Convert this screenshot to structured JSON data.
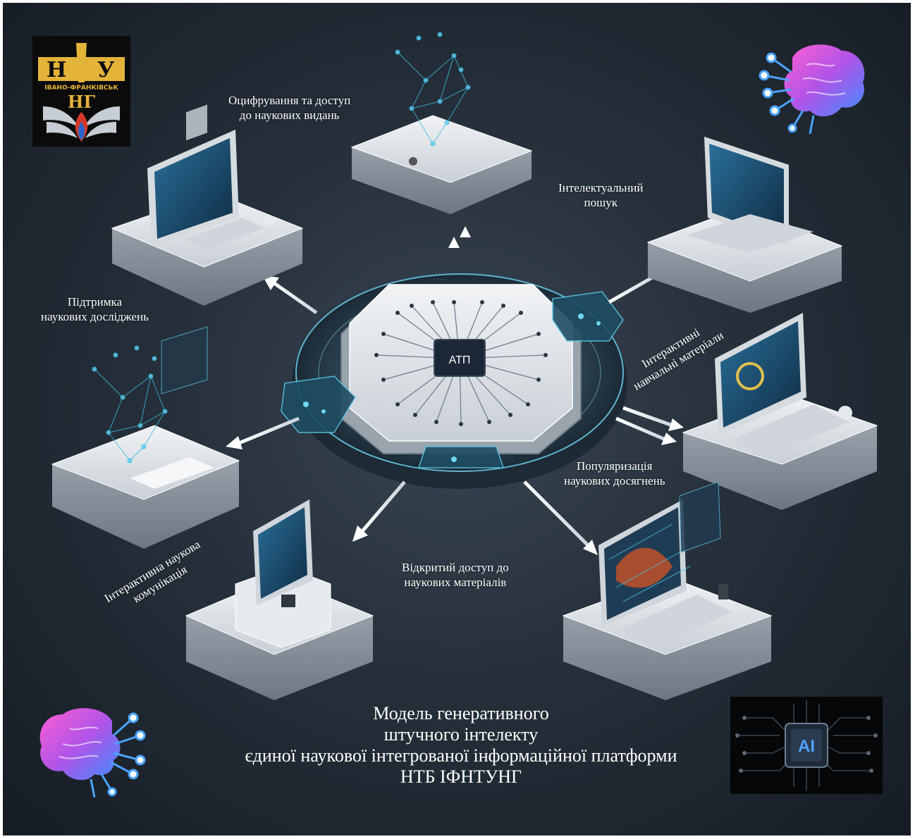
{
  "logo": {
    "letters": [
      "Н",
      "У",
      "НГ"
    ],
    "city": "ІВАНО-ФРАНКІВСЬК"
  },
  "hub": {
    "chip_label": "ATП"
  },
  "labels": {
    "digitization": [
      "Оцифрування та доступ",
      "до наукових видань"
    ],
    "intelligent_search": [
      "Інтелектуальний",
      "пошук"
    ],
    "research_support": [
      "Підтримка",
      "наукових досліджень"
    ],
    "interactive_materials": [
      "Інтерактивні",
      "навчальні матеріали"
    ],
    "popularization": [
      "Популяризація",
      "наукових досягнень"
    ],
    "communication": [
      "Інтерактивна наукова",
      "комунікація"
    ],
    "open_access": [
      "Відкритий доступ до",
      "наукових матеріалів"
    ]
  },
  "title": {
    "line1": "Модель генеративного",
    "line2": "штучного інтелекту",
    "line3": "єдиної наукової інтегрованої інформаційної платформи",
    "line4": "НТБ ІФНТУНГ"
  },
  "ai_badge": "AI",
  "colors": {
    "background": "#222b35",
    "accent_cyan": "#2fb7d6",
    "platform": "#d9dde2",
    "brain_pink": "#c84fd0",
    "brain_blue": "#4aa3ff",
    "logo_gold": "#e3b33a"
  }
}
